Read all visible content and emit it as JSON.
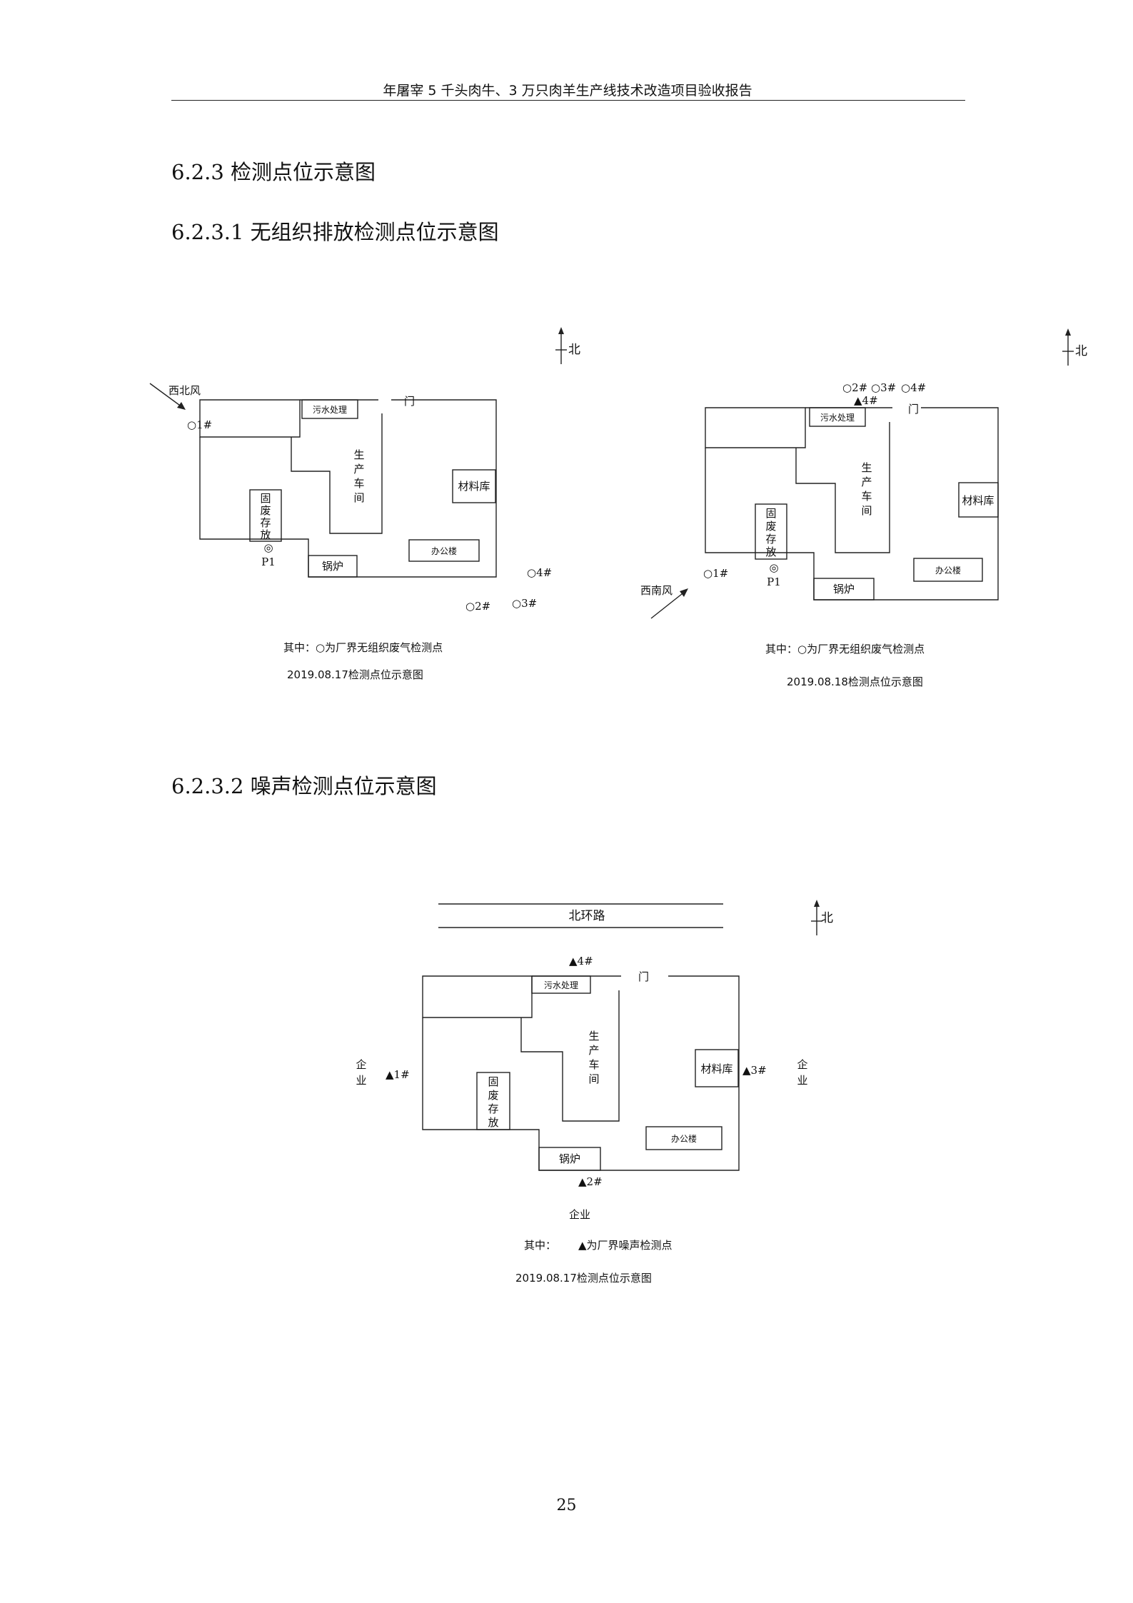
{
  "header": {
    "title": "年屠宰 5 千头肉牛、3 万只肉羊生产线技术改造项目验收报告"
  },
  "sections": {
    "s623": "6.2.3 检测点位示意图",
    "s6231": "6.2.3.1 无组织排放检测点位示意图",
    "s6232": "6.2.3.2 噪声检测点位示意图"
  },
  "labels": {
    "north": "北",
    "door": "门",
    "sewage": "污水处理",
    "workshop": [
      "生",
      "产",
      "车",
      "间"
    ],
    "storage": "材料库",
    "waste": [
      "固",
      "废",
      "存",
      "放"
    ],
    "office": "办公楼",
    "boiler": "锅炉",
    "p1": "P1",
    "p1_symbol": "◎"
  },
  "fig1": {
    "wind": "西北风",
    "points": [
      "○1#",
      "○2#",
      "○3#",
      "○4#"
    ],
    "legend": "其中：○为厂界无组织废气检测点",
    "caption": "2019.08.17检测点位示意图"
  },
  "fig2": {
    "wind": "西南风",
    "points": [
      "○1#",
      "○2#",
      "○3#",
      "○4#"
    ],
    "noise_point": "▲4#",
    "legend": "其中：○为厂界无组织废气检测点",
    "caption": "2019.08.18检测点位示意图"
  },
  "fig3": {
    "road": "北环路",
    "points": [
      "▲1#",
      "▲2#",
      "▲3#",
      "▲4#"
    ],
    "enterprise": [
      "企",
      "业"
    ],
    "enterprise_bottom": "企业",
    "legend_prefix": "其中：",
    "legend": "▲为厂界噪声检测点",
    "caption": "2019.08.17检测点位示意图"
  },
  "page_number": "25"
}
